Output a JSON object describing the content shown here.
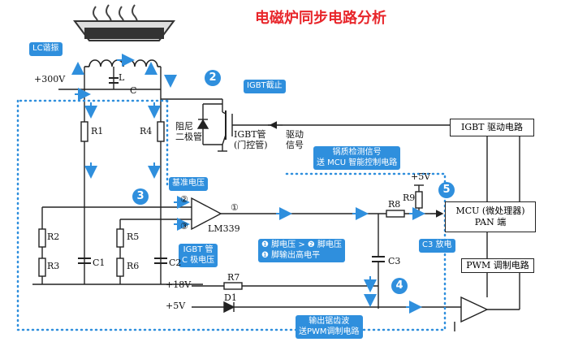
{
  "title": "电磁炉同步电路分析",
  "callouts": {
    "lc": "LC谐振",
    "igbt_off": "IGBT截止",
    "ref_voltage": "基准电压",
    "igbt_c": "IGBT 管\nC 极电压",
    "pan_detect": "锅质检测信号\n送 MCU 智能控制电路",
    "compare": "❶ 脚电压 > ❷ 脚电压\n❶ 脚输出高电平",
    "c3": "C3 放电",
    "sawtooth": "输出锯齿波\n送PWM调制电路"
  },
  "step_numbers": [
    "2",
    "3",
    "4",
    "5"
  ],
  "labels": {
    "v300": "+300V",
    "L": "L",
    "C": "C",
    "R1": "R1",
    "R4": "R4",
    "R2": "R2",
    "R3": "R3",
    "R5": "R5",
    "R6": "R6",
    "C1": "C1",
    "C2": "C2",
    "C3": "C3",
    "R7": "R7",
    "D1": "D1",
    "R8": "R8",
    "R9": "R9",
    "v5_top": "+5V",
    "v18": "+18V",
    "v5_bottom": "+5V",
    "pin2": "②",
    "pin3": "③",
    "pin1": "①",
    "lm339": "LM339",
    "damper": "阻尼\n二极管",
    "igbt_tube": "IGBT管\n(门控管)",
    "drive": "驱动\n信号"
  },
  "boxes": {
    "igbt_drive": "IGBT 驱动电路",
    "mcu": "MCU (微处理器)\nPAN 端",
    "pwm": "PWM 调制电路"
  },
  "colors": {
    "accent": "#2f8fdd",
    "title": "#e8262b",
    "wire": "#222222",
    "dotted": "#2f8fdd"
  }
}
